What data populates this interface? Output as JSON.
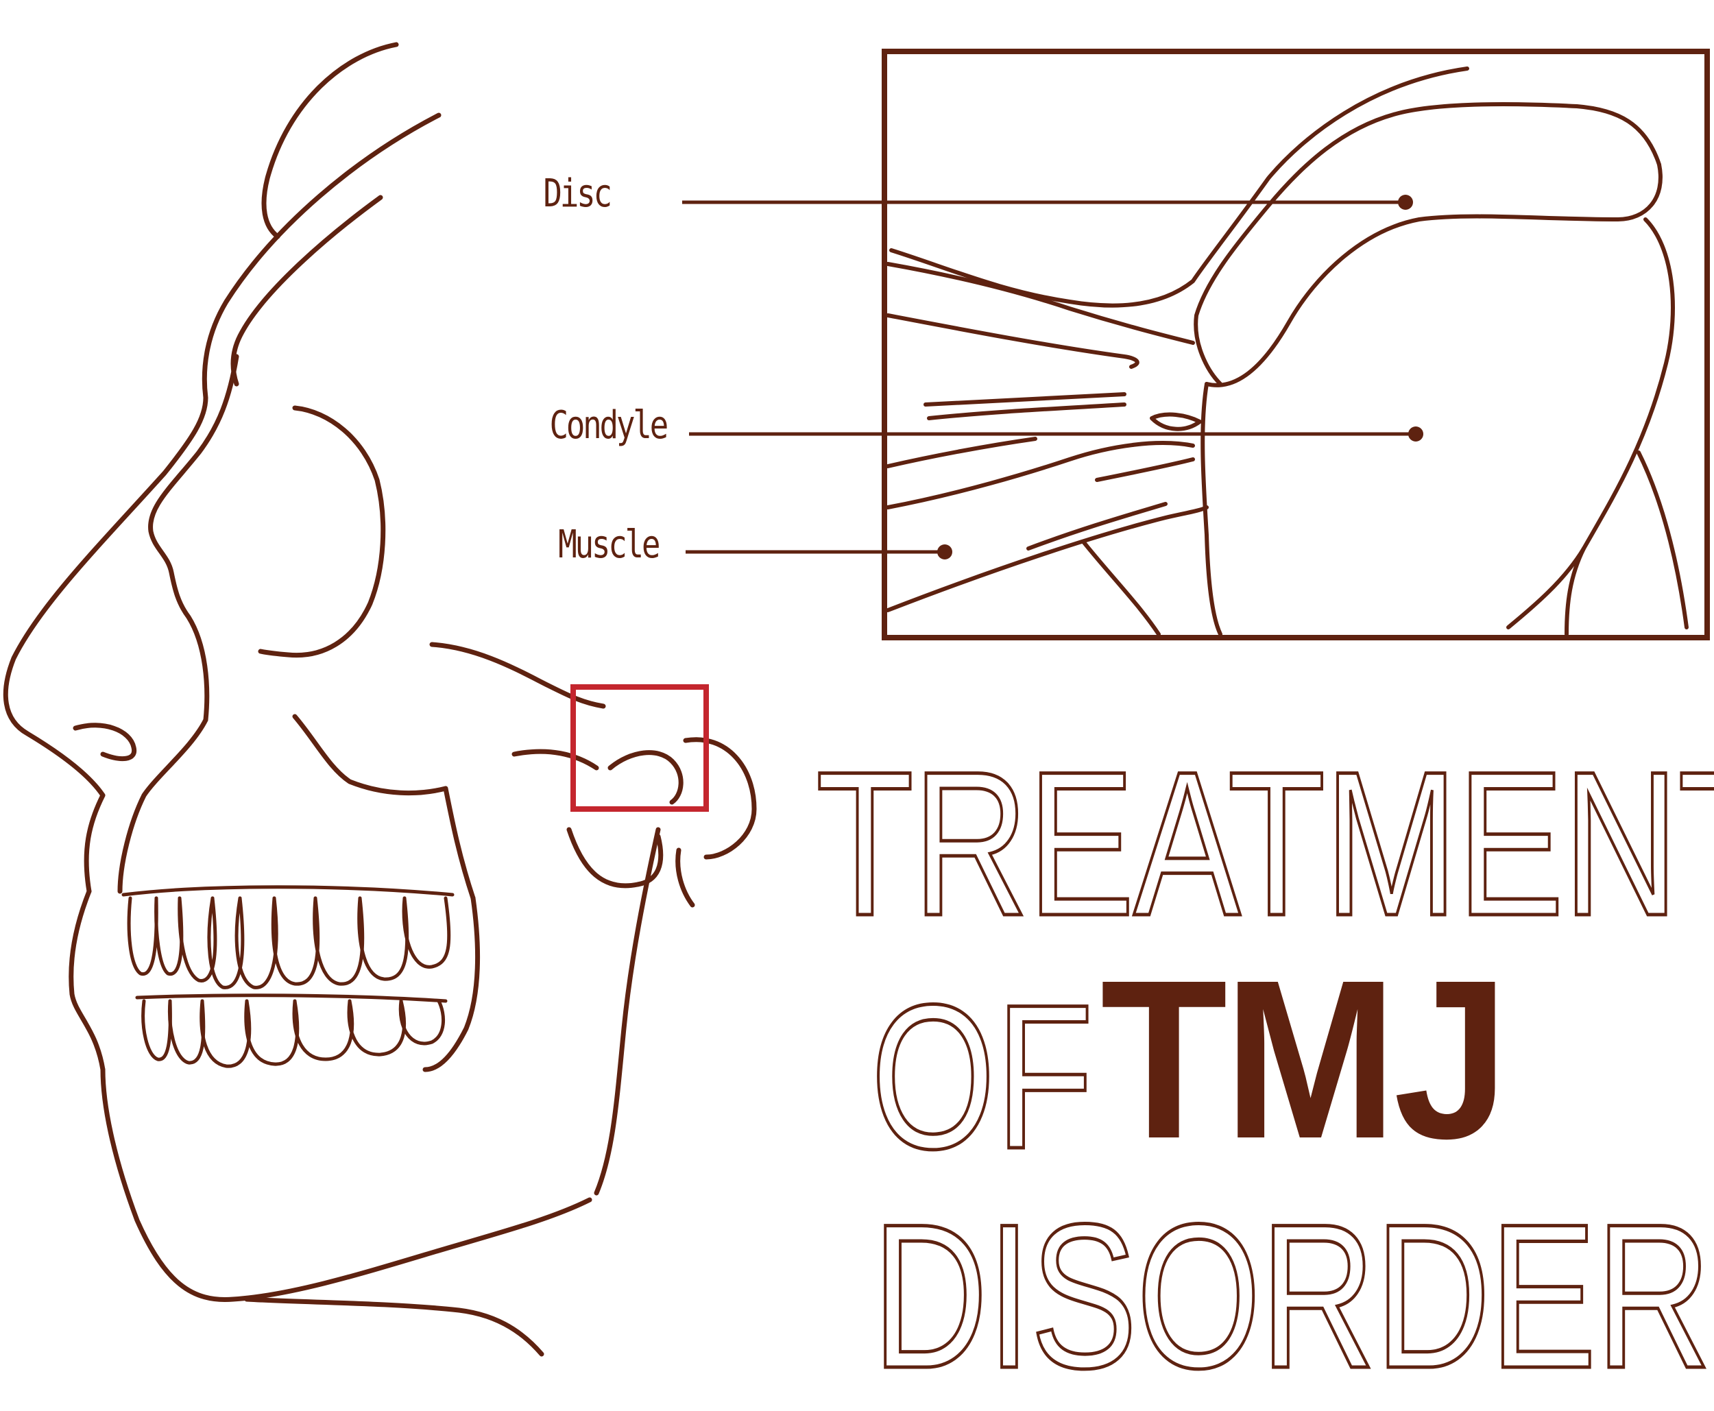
{
  "labels": {
    "disc": "Disc",
    "condyle": "Condyle",
    "muscle": "Muscle"
  },
  "title": {
    "line1": "TREATMENT",
    "line2_prefix": "OF",
    "line2_emphasis": "TMJ",
    "line3": "DISORDER"
  },
  "colors": {
    "ink": "#5e2210",
    "highlight": "#c4262e",
    "background": "#ffffff"
  }
}
